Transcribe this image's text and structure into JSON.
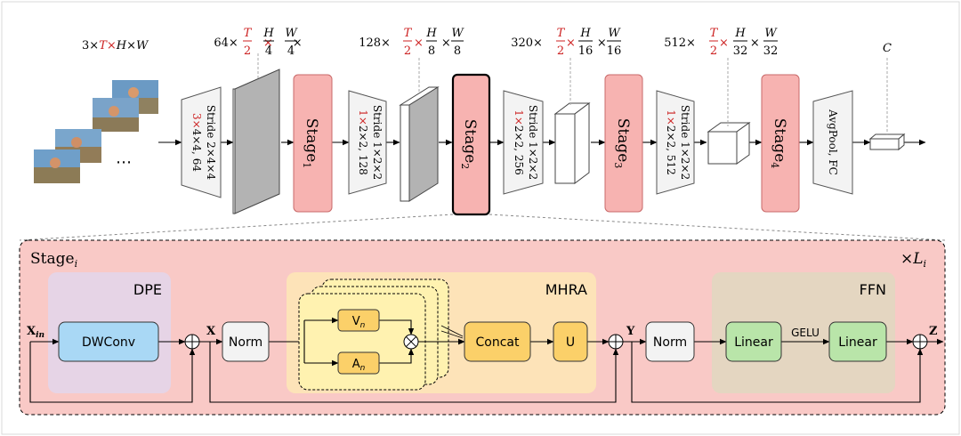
{
  "colors": {
    "red": "#cc1f1f",
    "stage_fill": "#f7b3b1",
    "stage_stroke": "#c96a6a",
    "panel_fill": "#f9c9c6",
    "dpe_fill": "#e6d4e6",
    "mhra_fill": "#fde3b8",
    "ffn_fill": "#e4d6c1",
    "dwconv_fill": "#a9d8f5",
    "concat_fill": "#fbd069",
    "attn_fill": "#fff2b0",
    "linear_fill": "#b9e5a9",
    "norm_fill": "#f3f3f3"
  },
  "top": {
    "input_label": {
      "n": "3",
      "t": "T",
      "rest": "H×W"
    },
    "dims": [
      {
        "c": "64",
        "hd": "4",
        "wd": "4"
      },
      {
        "c": "128",
        "hd": "8",
        "wd": "8"
      },
      {
        "c": "320",
        "hd": "16",
        "wd": "16"
      },
      {
        "c": "512",
        "hd": "32",
        "wd": "32"
      }
    ],
    "dim_symbols": {
      "t": "T",
      "two": "2",
      "h": "H",
      "w": "W",
      "x": "×"
    },
    "output_dim": "C",
    "ellipsis": "⋯",
    "stem": {
      "red": "3×",
      "line1_rest": "4×4, 64",
      "line2": "Stride 2×4×4"
    },
    "downsamples": [
      {
        "red": "1×",
        "line1_rest": "2×2, 128",
        "line2": "Stride 1×2×2"
      },
      {
        "red": "1×",
        "line1_rest": "2×2, 256",
        "line2": "Stride 1×2×2"
      },
      {
        "red": "1×",
        "line1_rest": "2×2, 512",
        "line2": "Stride 1×2×2"
      }
    ],
    "stages": [
      {
        "base": "Stage",
        "sub": "1"
      },
      {
        "base": "Stage",
        "sub": "2"
      },
      {
        "base": "Stage",
        "sub": "3"
      },
      {
        "base": "Stage",
        "sub": "4"
      }
    ],
    "head": "AvgPool, FC"
  },
  "bottom": {
    "title": {
      "base": "Stage",
      "sub": "i"
    },
    "repeat": {
      "base": "×L",
      "sub": "i"
    },
    "dpe_title": "DPE",
    "mhra_title": "MHRA",
    "ffn_title": "FFN",
    "dwconv": "DWConv",
    "norm": "Norm",
    "v": {
      "base": "V",
      "sub": "n"
    },
    "a": {
      "base": "A",
      "sub": "n"
    },
    "concat": "Concat",
    "u": "U",
    "linear": "Linear",
    "gelu": "GELU",
    "x_in": {
      "base": "X",
      "sub": "in"
    },
    "x": "X",
    "y": "Y",
    "z": "Z"
  }
}
